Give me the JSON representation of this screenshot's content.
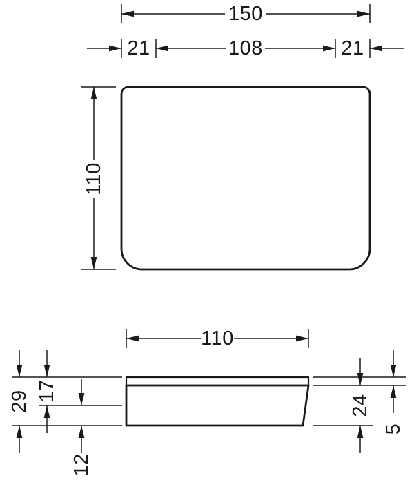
{
  "drawing": {
    "kind": "product-dimension-drawing",
    "colors": {
      "line": "#1a1a1a",
      "background": "#ffffff"
    },
    "front_view": {
      "total_width": "150",
      "left_offset": "21",
      "center_width": "108",
      "right_offset": "21",
      "height": "110"
    },
    "side_view": {
      "depth": "110",
      "total_height": "29",
      "upper_height": "17",
      "lower_height": "12",
      "body_height": "24",
      "plate_thickness": "5"
    }
  }
}
